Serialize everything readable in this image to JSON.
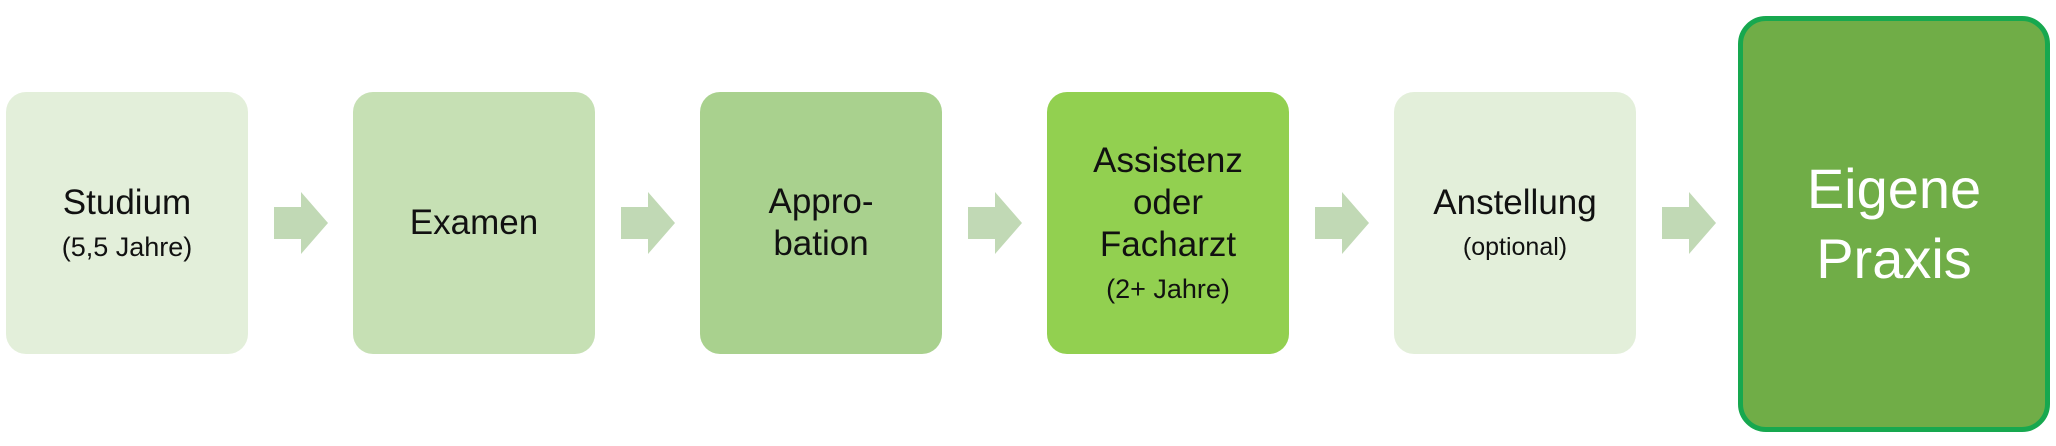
{
  "steps": [
    {
      "lines": [
        "Studium"
      ],
      "sub": "(5,5 Jahre)",
      "color": "#e3efda"
    },
    {
      "lines": [
        "Examen"
      ],
      "sub": "",
      "color": "#c6e0b4"
    },
    {
      "lines": [
        "Appro-",
        "bation"
      ],
      "sub": "",
      "color": "#a9d18e"
    },
    {
      "lines": [
        "Assistenz",
        "oder",
        "Facharzt"
      ],
      "sub": "(2+ Jahre)",
      "color": "#92d050"
    },
    {
      "lines": [
        "Anstellung"
      ],
      "sub": "(optional)",
      "color": "#e3efda"
    }
  ],
  "final": {
    "lines": [
      "Eigene",
      "Praxis"
    ],
    "color": "#70ad47",
    "border_color": "#17a84f"
  },
  "arrow_color": "#c1d9b5"
}
